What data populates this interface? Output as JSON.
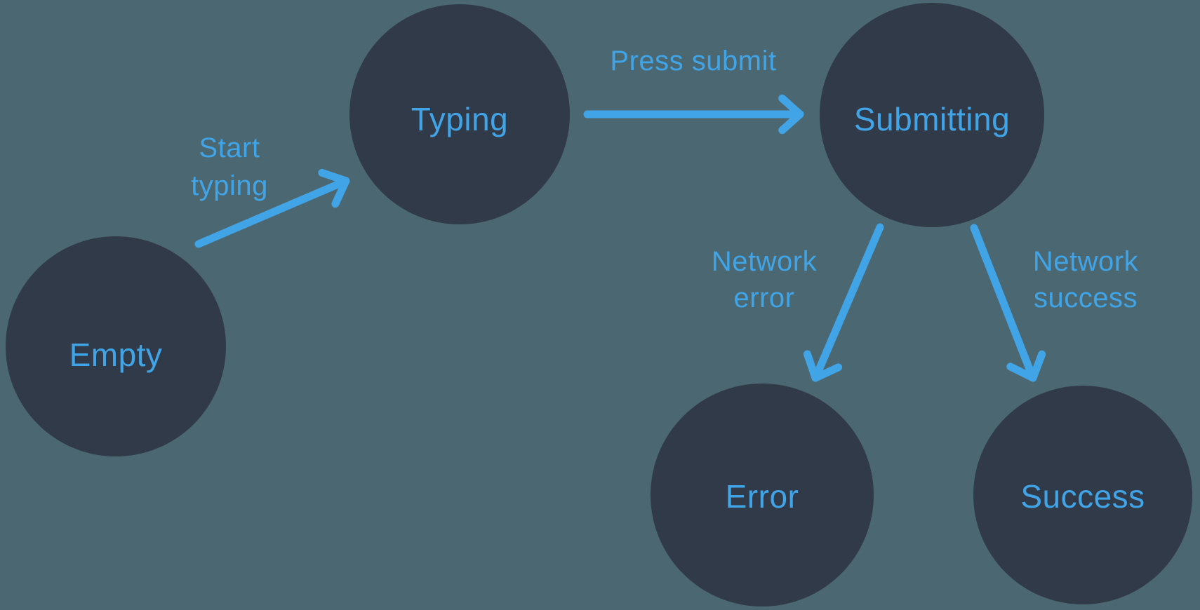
{
  "theme": {
    "background": "#4b6771",
    "node": "#313a49",
    "accent": "#41a4e6"
  },
  "diagram": {
    "type": "state-machine",
    "states": [
      {
        "id": "empty",
        "label": "Empty"
      },
      {
        "id": "typing",
        "label": "Typing"
      },
      {
        "id": "submitting",
        "label": "Submitting"
      },
      {
        "id": "error",
        "label": "Error"
      },
      {
        "id": "success",
        "label": "Success"
      }
    ],
    "transitions": [
      {
        "from": "Empty",
        "to": "Typing",
        "label": "Start typing",
        "lines": [
          "Start",
          "typing"
        ]
      },
      {
        "from": "Typing",
        "to": "Submitting",
        "label": "Press submit",
        "lines": [
          "Press submit"
        ]
      },
      {
        "from": "Submitting",
        "to": "Error",
        "label": "Network error",
        "lines": [
          "Network",
          "error"
        ]
      },
      {
        "from": "Submitting",
        "to": "Success",
        "label": "Network success",
        "lines": [
          "Network",
          "success"
        ]
      }
    ]
  }
}
